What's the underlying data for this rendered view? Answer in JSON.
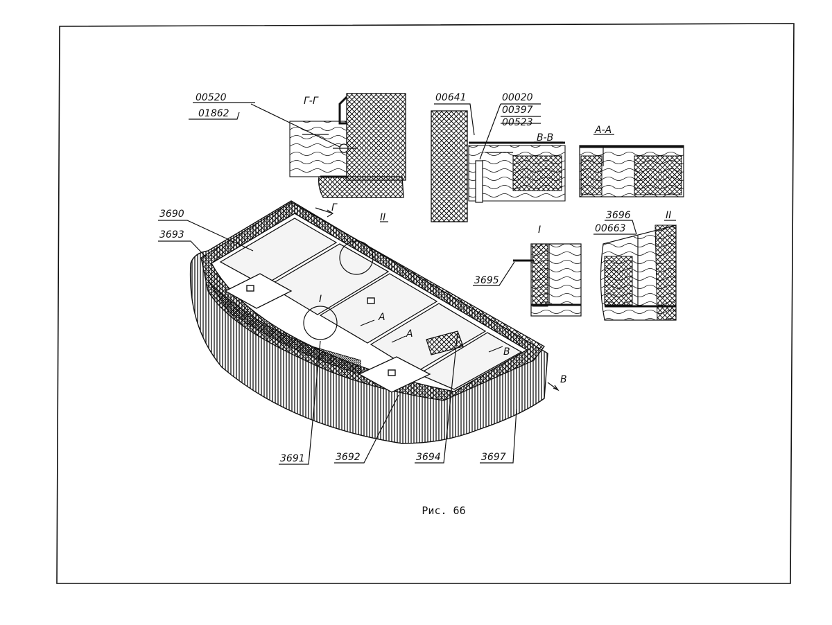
{
  "labels": {
    "p00520": "00520",
    "p01862": "01862",
    "sec_gg": "Г-Г",
    "p00641": "00641",
    "p00020": "00020",
    "p00397": "00397",
    "p00523": "00523",
    "sec_vv": "В-В",
    "sec_aa": "А-А",
    "p3690": "3690",
    "p3693": "3693",
    "mark_g": "Г",
    "mark_II": "II",
    "mark_I": "I",
    "det_I": "I",
    "det_II": "II",
    "p3696": "3696",
    "p00663": "00663",
    "p3695": "3695",
    "mark_a1": "А",
    "mark_a2": "А",
    "mark_b1": "В",
    "mark_b2": "В",
    "p3691": "3691",
    "p3692": "3692",
    "p3694": "3694",
    "p3697": "3697"
  },
  "caption": "Рис. 66"
}
